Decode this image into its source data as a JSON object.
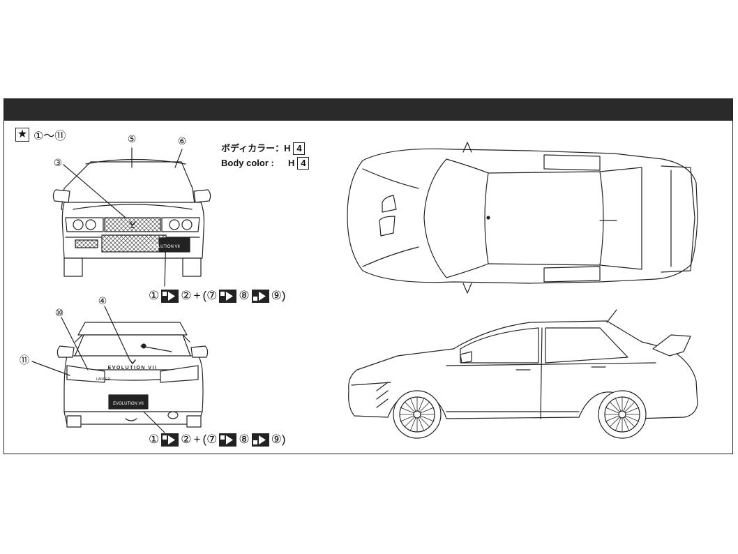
{
  "legend": {
    "star": "★",
    "range": "①～⑪"
  },
  "body_color": {
    "jp_label": "ボディカラー：H",
    "jp_code": "4",
    "en_label": "Body color :",
    "en_prefix": "H",
    "en_code": "4"
  },
  "callouts": {
    "c1": "⑤",
    "c2": "⑥",
    "c3": "③",
    "c4": "④",
    "c5": "⑩",
    "c6": "⑪"
  },
  "decal_seq_front": {
    "a": "①",
    "b": "②",
    "plus": "+",
    "open": "(⑦",
    "c": "⑧",
    "close": "⑨)"
  },
  "decal_seq_rear": {
    "a": "①",
    "b": "②",
    "plus": "+",
    "open": "(⑦",
    "c": "⑧",
    "close": "⑨)"
  },
  "car_text": {
    "front_plate": "EVOLUTION VII",
    "rear_badge": "EVOLUTION VII",
    "rear_plate": "EVOLUTION VII",
    "rear_maker": "LANCER"
  }
}
